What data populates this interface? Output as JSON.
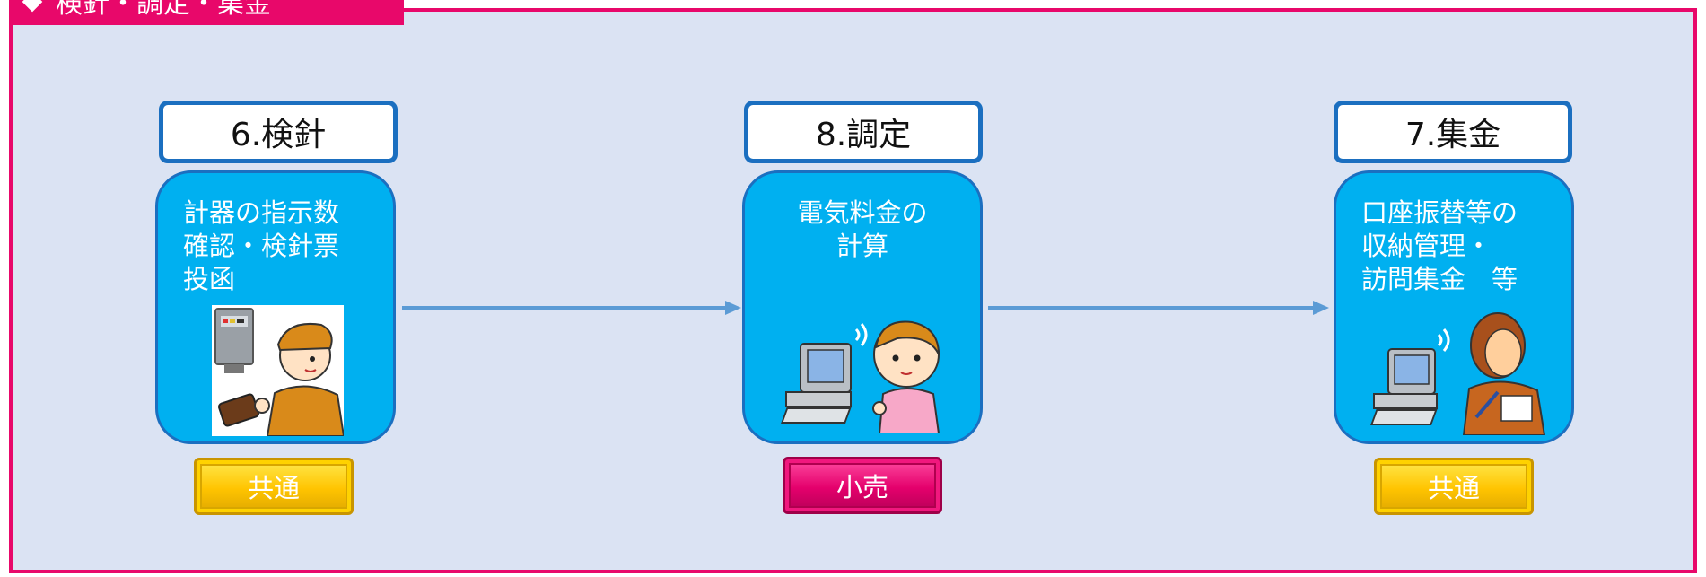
{
  "header": {
    "title": "検針・調定・集金"
  },
  "steps": [
    {
      "title": "6.検針",
      "lines": [
        "計器の指示数",
        "確認・検針票",
        "投函"
      ],
      "badge": "共通",
      "badge_type": "common"
    },
    {
      "title": "8.調定",
      "lines": [
        "電気料金の",
        "計算"
      ],
      "badge": "小売",
      "badge_type": "retail"
    },
    {
      "title": "7.集金",
      "lines": [
        "口座振替等の",
        "収納管理・",
        "訪問集金　等"
      ],
      "badge": "共通",
      "badge_type": "common"
    }
  ],
  "icons": {
    "step1": "meter-reader-illustration",
    "step2": "computer-user-illustration",
    "step3": "collector-computer-illustration"
  },
  "colors": {
    "frame": "#e8086a",
    "background": "#dbe3f3",
    "card": "#00b0f0",
    "card_border": "#1b6fc0",
    "arrow": "#5b9bd5",
    "badge_common": "#ffc400",
    "badge_retail": "#e4006c"
  }
}
